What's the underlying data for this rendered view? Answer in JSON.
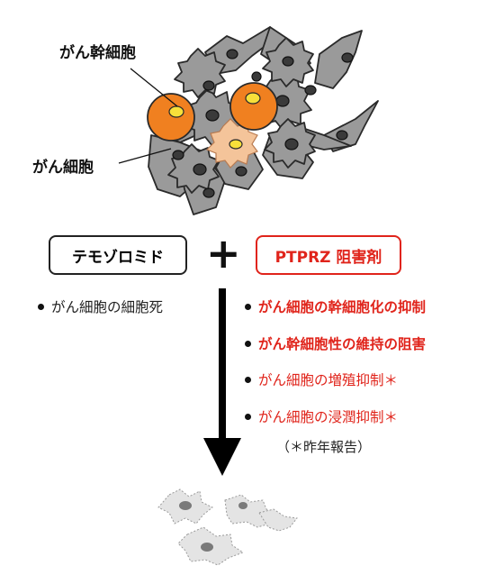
{
  "illustration": {
    "label_stem": "がん幹細胞",
    "label_cancer": "がん細胞"
  },
  "treatment": {
    "drug_left": "テモゾロミド",
    "operator": "+",
    "drug_right": "PTPRZ 阻害剤"
  },
  "left_effects": [
    {
      "text": "がん細胞の細胞死"
    }
  ],
  "right_effects": [
    {
      "text": "がん細胞の幹細胞化の抑制"
    },
    {
      "text": "がん幹細胞性の維持の阻害"
    },
    {
      "text": "がん細胞の増殖抑制＊"
    },
    {
      "text": "がん細胞の浸潤抑制＊"
    }
  ],
  "footnote": "（＊昨年報告）",
  "colors": {
    "accent_red": "#e0241b",
    "stem_orange": "#f08020",
    "cell_gray": "#9a9a9a",
    "nucleus": "#3a3a3a",
    "light_orange": "#f4c49a",
    "yellow": "#f7e03a"
  }
}
